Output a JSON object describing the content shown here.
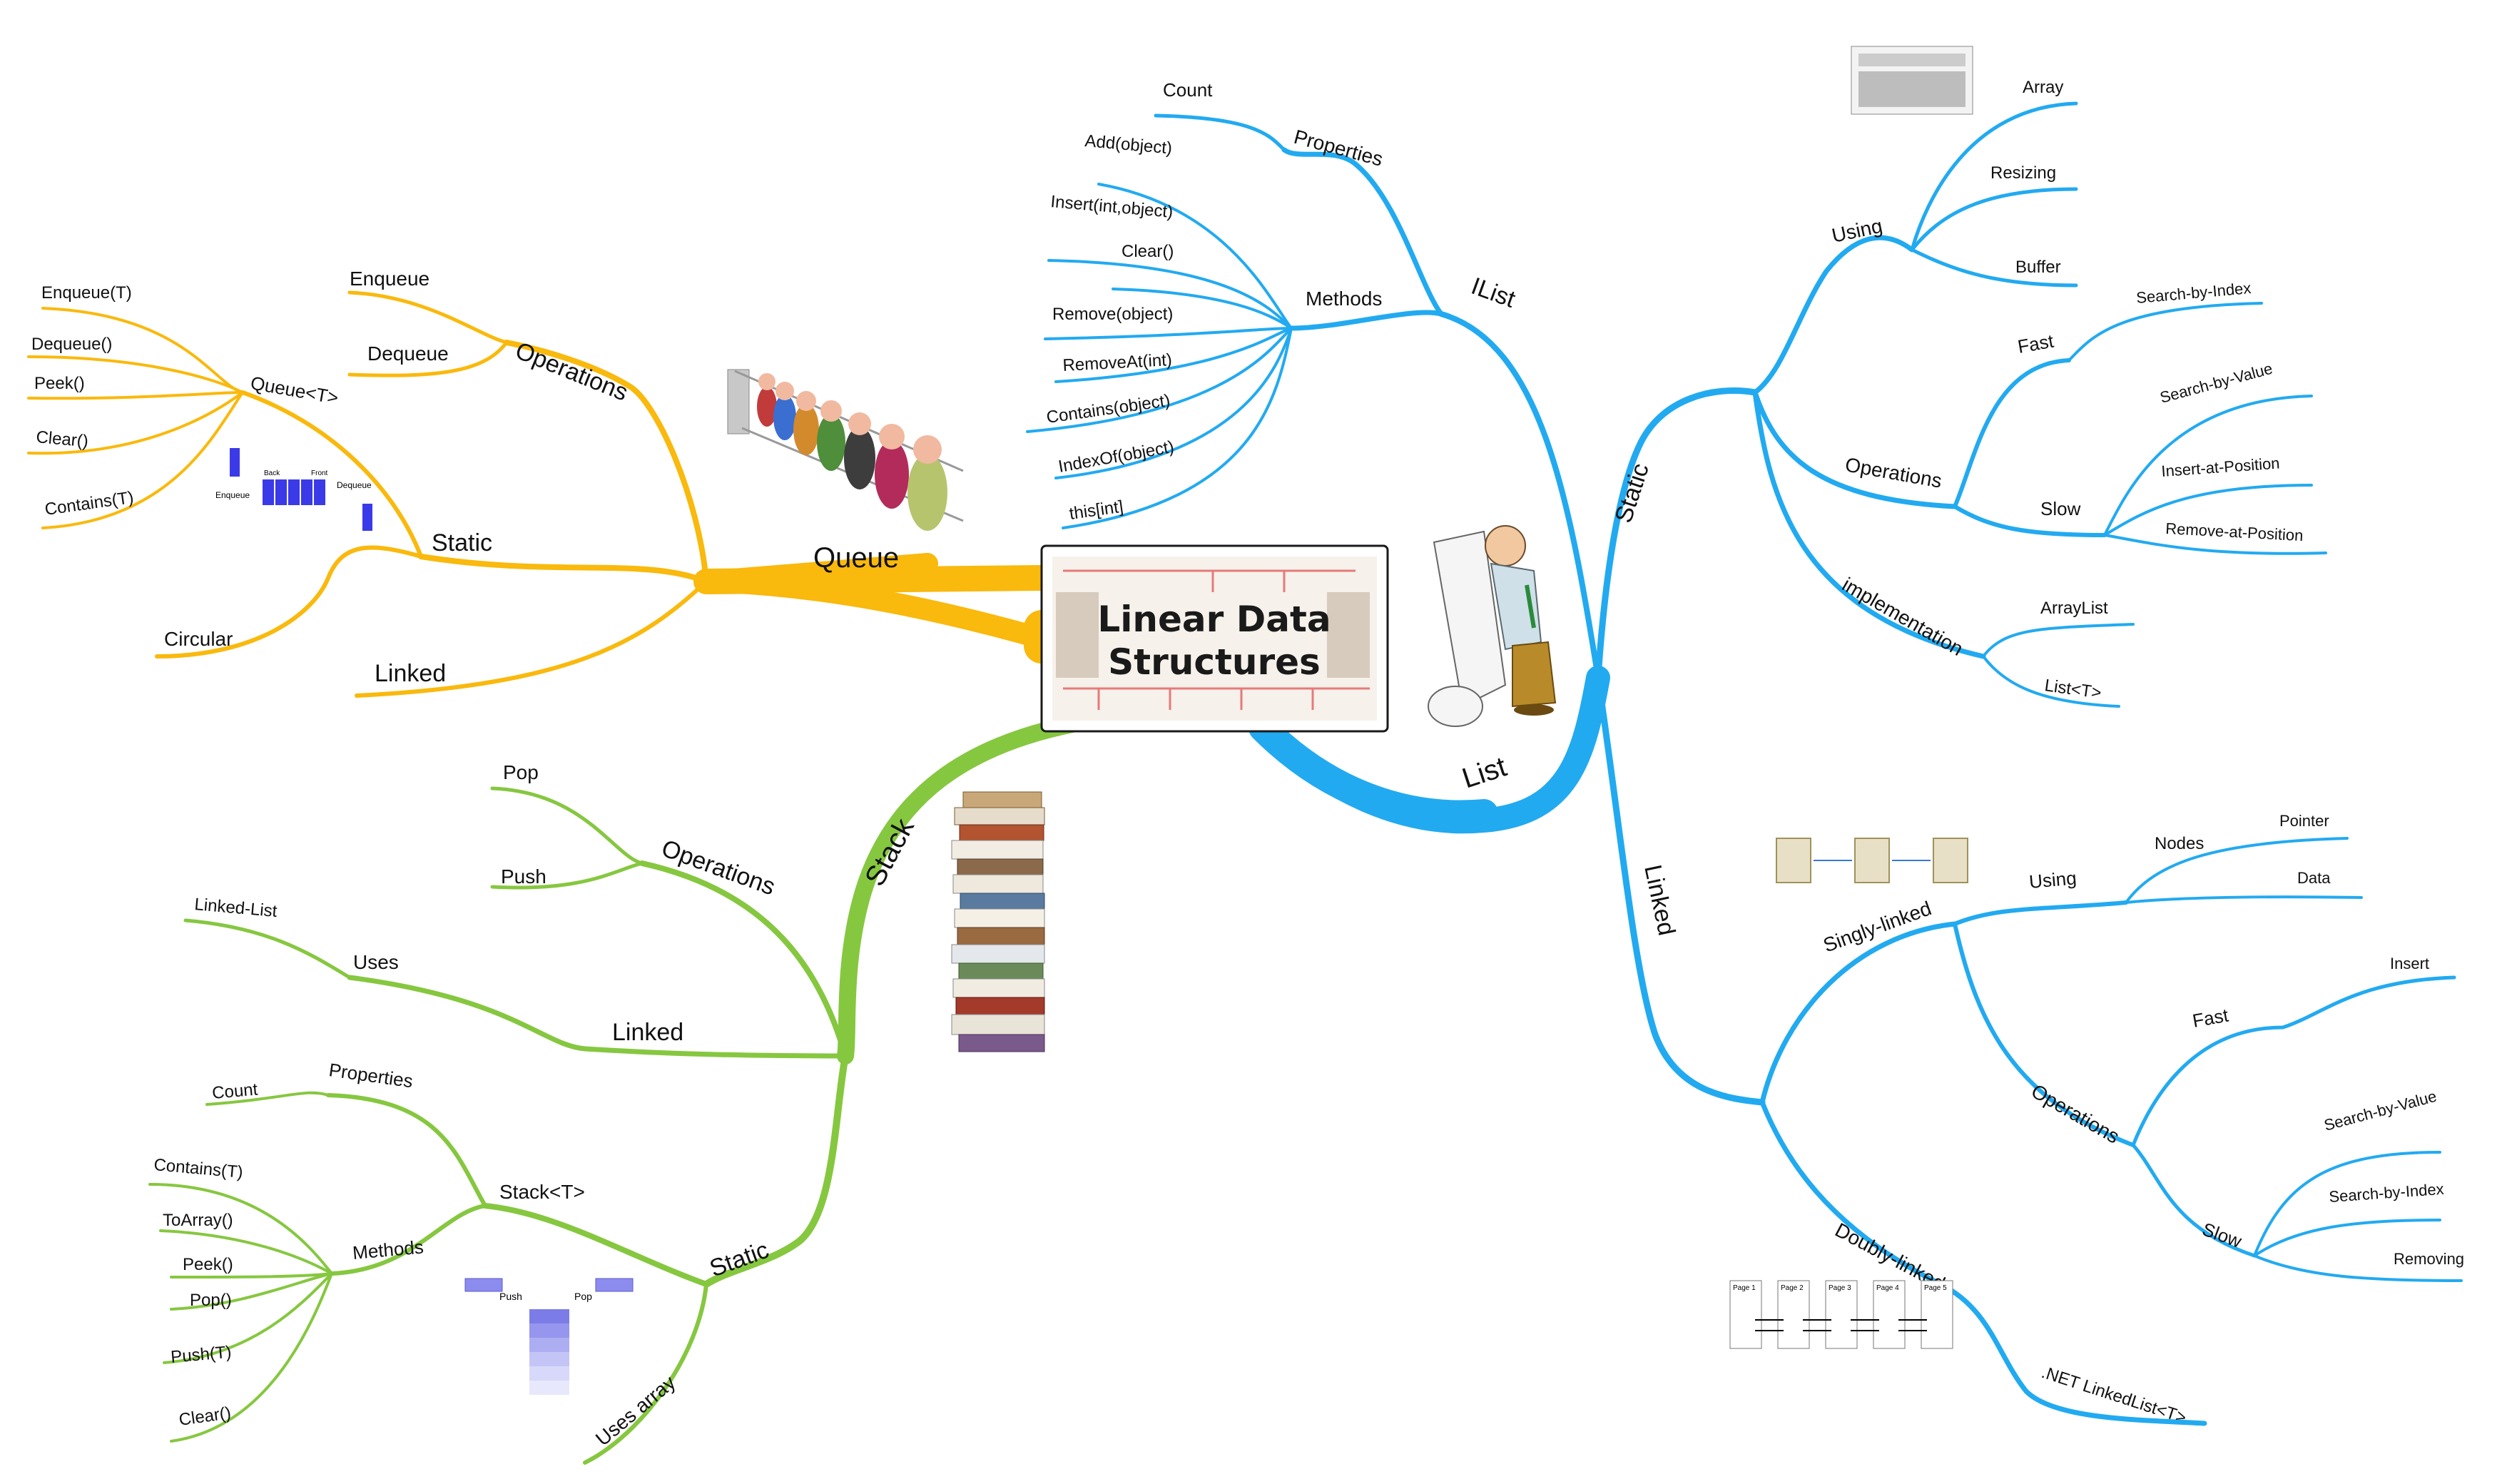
{
  "central": {
    "line1": "Linear Data",
    "line2": "Structures"
  },
  "colors": {
    "queue": "#F9B90D",
    "stack": "#86C740",
    "list": "#22AAF0"
  },
  "queue": {
    "label": "Queue",
    "operations": {
      "label": "Operations",
      "items": [
        "Enqueue",
        "Dequeue"
      ]
    },
    "static": {
      "label": "Static",
      "queue_t": {
        "label": "Queue<T>",
        "items": [
          "Enqueue(T)",
          "Dequeue()",
          "Peek()",
          "Clear()",
          "Contains(T)"
        ]
      },
      "circular": "Circular"
    },
    "linked": "Linked",
    "diagram": {
      "back": "Back",
      "front": "Front",
      "enqueue": "Enqueue",
      "dequeue": "Dequeue"
    }
  },
  "stack": {
    "label": "Stack",
    "operations": {
      "label": "Operations",
      "items": [
        "Pop",
        "Push"
      ]
    },
    "linked": {
      "label": "Linked",
      "uses": "Uses",
      "linked_list": "Linked-List"
    },
    "static": {
      "label": "Static",
      "stack_t": {
        "label": "Stack<T>",
        "properties": {
          "label": "Properties",
          "count": "Count"
        },
        "methods": {
          "label": "Methods",
          "items": [
            "Contains(T)",
            "ToArray()",
            "Peek()",
            "Pop()",
            "Push(T)",
            "Clear()"
          ]
        }
      },
      "uses_array": "Uses array"
    },
    "diagram": {
      "push": "Push",
      "pop": "Pop"
    }
  },
  "list": {
    "label": "List",
    "ilist": {
      "label": "IList",
      "properties": {
        "label": "Properties",
        "count": "Count"
      },
      "methods": {
        "label": "Methods",
        "items": [
          "Add(object)",
          "Insert(int,object)",
          "Clear()",
          "Remove(object)",
          "RemoveAt(int)",
          "Contains(object)",
          "IndexOf(object)",
          "this[int]"
        ]
      }
    },
    "static": {
      "label": "Static",
      "using": {
        "label": "Using",
        "items": [
          "Array",
          "Resizing",
          "Buffer"
        ]
      },
      "operations": {
        "label": "Operations",
        "fast": {
          "label": "Fast",
          "items": [
            "Search-by-Index"
          ]
        },
        "slow": {
          "label": "Slow",
          "items": [
            "Search-by-Value",
            "Insert-at-Position",
            "Remove-at-Position"
          ]
        }
      },
      "implementation": {
        "label": "implementation",
        "items": [
          "ArrayList",
          "List<T>"
        ]
      }
    },
    "linked": {
      "label": "Linked",
      "singly": {
        "label": "Singly-linked",
        "using": {
          "label": "Using",
          "nodes": {
            "label": "Nodes",
            "items": [
              "Pointer",
              "Data"
            ]
          }
        },
        "operations": {
          "label": "Operations",
          "fast": {
            "label": "Fast",
            "items": [
              "Insert"
            ]
          },
          "slow": {
            "label": "Slow",
            "items": [
              "Search-by-Value",
              "Search-by-Index",
              "Removing"
            ]
          }
        }
      },
      "doubly": {
        "label": "Doubly-linked",
        "net": ".NET LinkedList<T>"
      },
      "pages": [
        "Page 1",
        "Page 2",
        "Page 3",
        "Page 4",
        "Page 5"
      ]
    }
  }
}
